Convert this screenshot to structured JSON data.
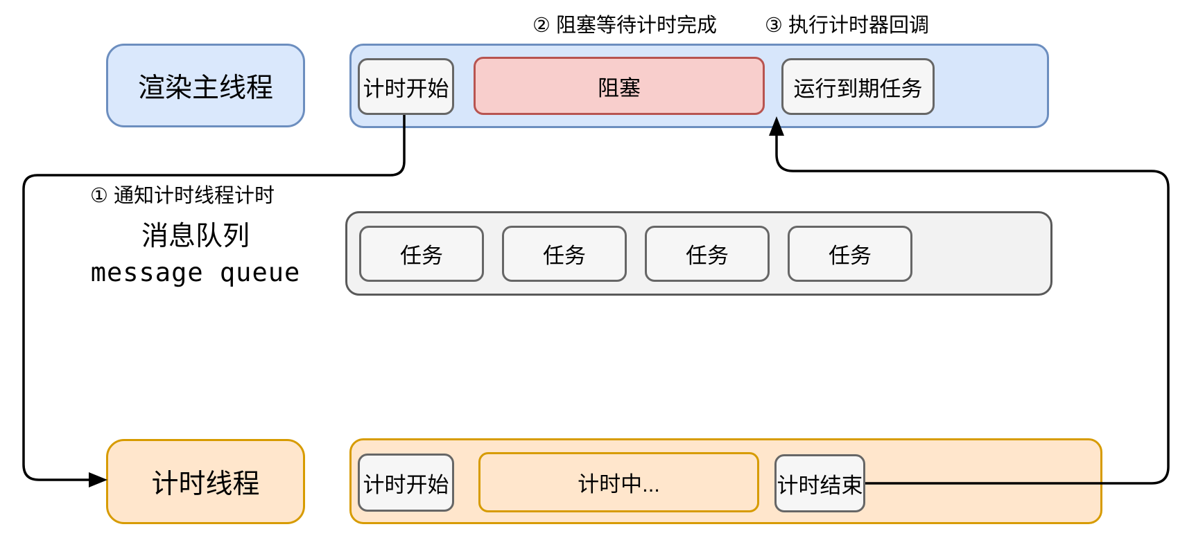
{
  "annotations": {
    "step1": "① 通知计时线程计时",
    "step2": "② 阻塞等待计时完成",
    "step3": "③ 执行计时器回调"
  },
  "render_thread": {
    "label": "渲染主线程",
    "timeline": {
      "timer_start": "计时开始",
      "blocked": "阻塞",
      "run_expired_tasks": "运行到期任务"
    }
  },
  "message_queue": {
    "label_cn": "消息队列",
    "label_en": "message queue",
    "tasks": [
      "任务",
      "任务",
      "任务",
      "任务"
    ]
  },
  "timer_thread": {
    "label": "计时线程",
    "timeline": {
      "timer_start": "计时开始",
      "timing": "计时中...",
      "timer_end": "计时结束"
    }
  },
  "colors": {
    "blue_fill": "#dae8fc",
    "blue_stroke": "#6c8ebf",
    "red_fill": "#f8cecc",
    "red_stroke": "#b85450",
    "orange_fill": "#ffe6cc",
    "orange_stroke": "#d79b00",
    "gray_fill": "#f5f5f5",
    "gray_stroke": "#666666",
    "arrow": "#000000",
    "background": "#ffffff"
  }
}
